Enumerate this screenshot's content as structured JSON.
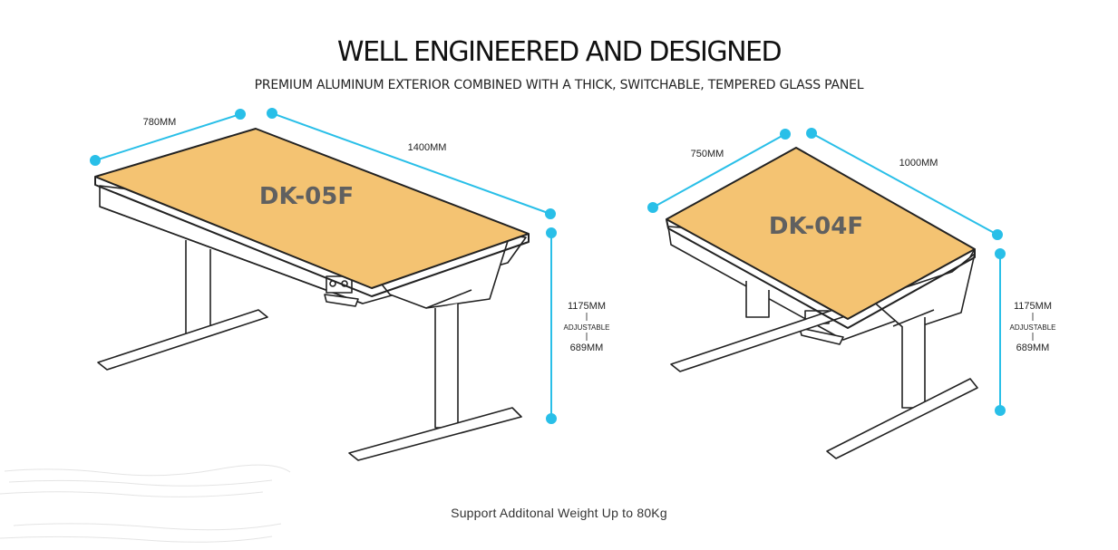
{
  "header": {
    "title": "WELL ENGINEERED AND DESIGNED",
    "subtitle": "PREMIUM ALUMINUM EXTERIOR COMBINED WITH A THICK, SWITCHABLE, TEMPERED GLASS PANEL"
  },
  "colors": {
    "accent": "#29bfe8",
    "desktop": "#f4c372",
    "outline": "#222222"
  },
  "desks": [
    {
      "model": "DK-05F",
      "depth_label": "780MM",
      "width_label": "1400MM",
      "height_max": "1175MM",
      "adjustable_label": "ADJUSTABLE",
      "height_min": "689MM"
    },
    {
      "model": "DK-04F",
      "depth_label": "750MM",
      "width_label": "1000MM",
      "height_max": "1175MM",
      "adjustable_label": "ADJUSTABLE",
      "height_min": "689MM"
    }
  ],
  "footer": {
    "text": "Support Additonal Weight Up to 80Kg"
  }
}
